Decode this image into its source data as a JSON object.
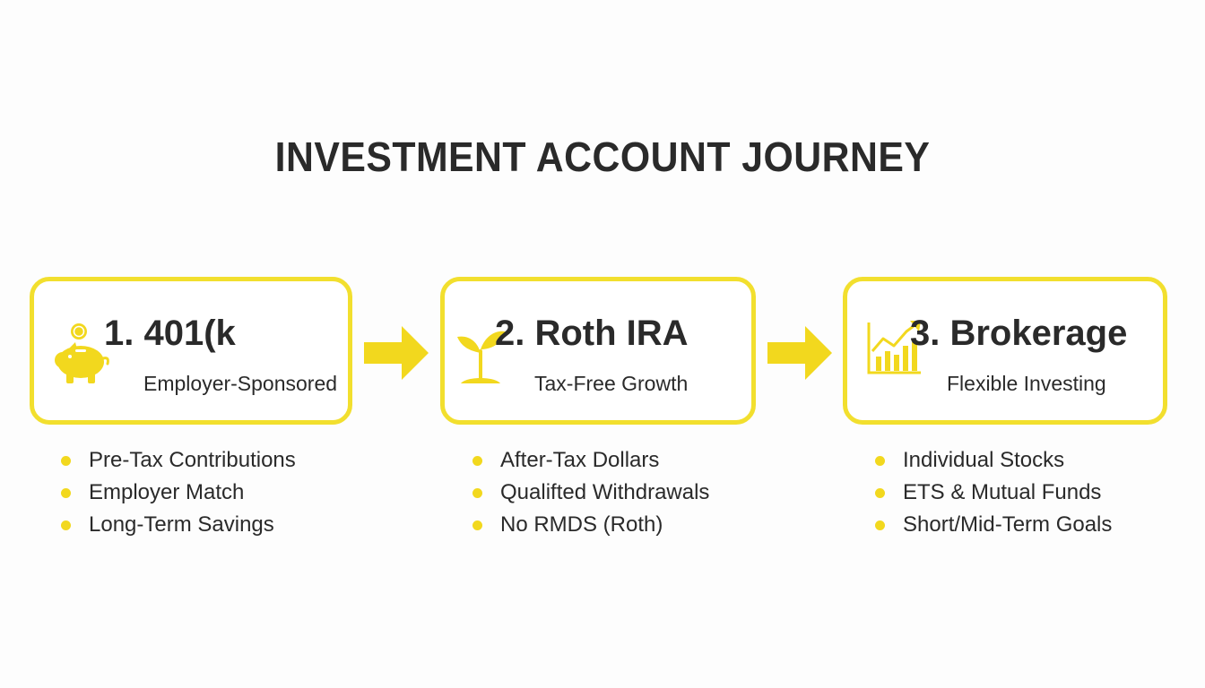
{
  "title": "INVESTMENT ACCOUNT JOURNEY",
  "colors": {
    "accent": "#f2df2e",
    "icon": "#f2d81e",
    "text": "#2a2a2a",
    "background": "#fdfdfd"
  },
  "steps": [
    {
      "title": "1. 401(k",
      "subtitle": "Employer-Sponsored",
      "icon": "piggy-bank-icon",
      "bullets": [
        "Pre-Tax Contributions",
        "Employer Match",
        "Long-Term Savings"
      ]
    },
    {
      "title": "2. Roth IRA",
      "subtitle": "Tax-Free Growth",
      "icon": "sprout-icon",
      "bullets": [
        "After-Tax Dollars",
        "Qualifted Withdrawals",
        "No RMDS (Roth)"
      ]
    },
    {
      "title": "3. Brokerage",
      "subtitle": "Flexible Investing",
      "icon": "growth-chart-icon",
      "bullets": [
        "Individual Stocks",
        "ETS & Mutual Funds",
        "Short/Mid-Term Goals"
      ]
    }
  ]
}
